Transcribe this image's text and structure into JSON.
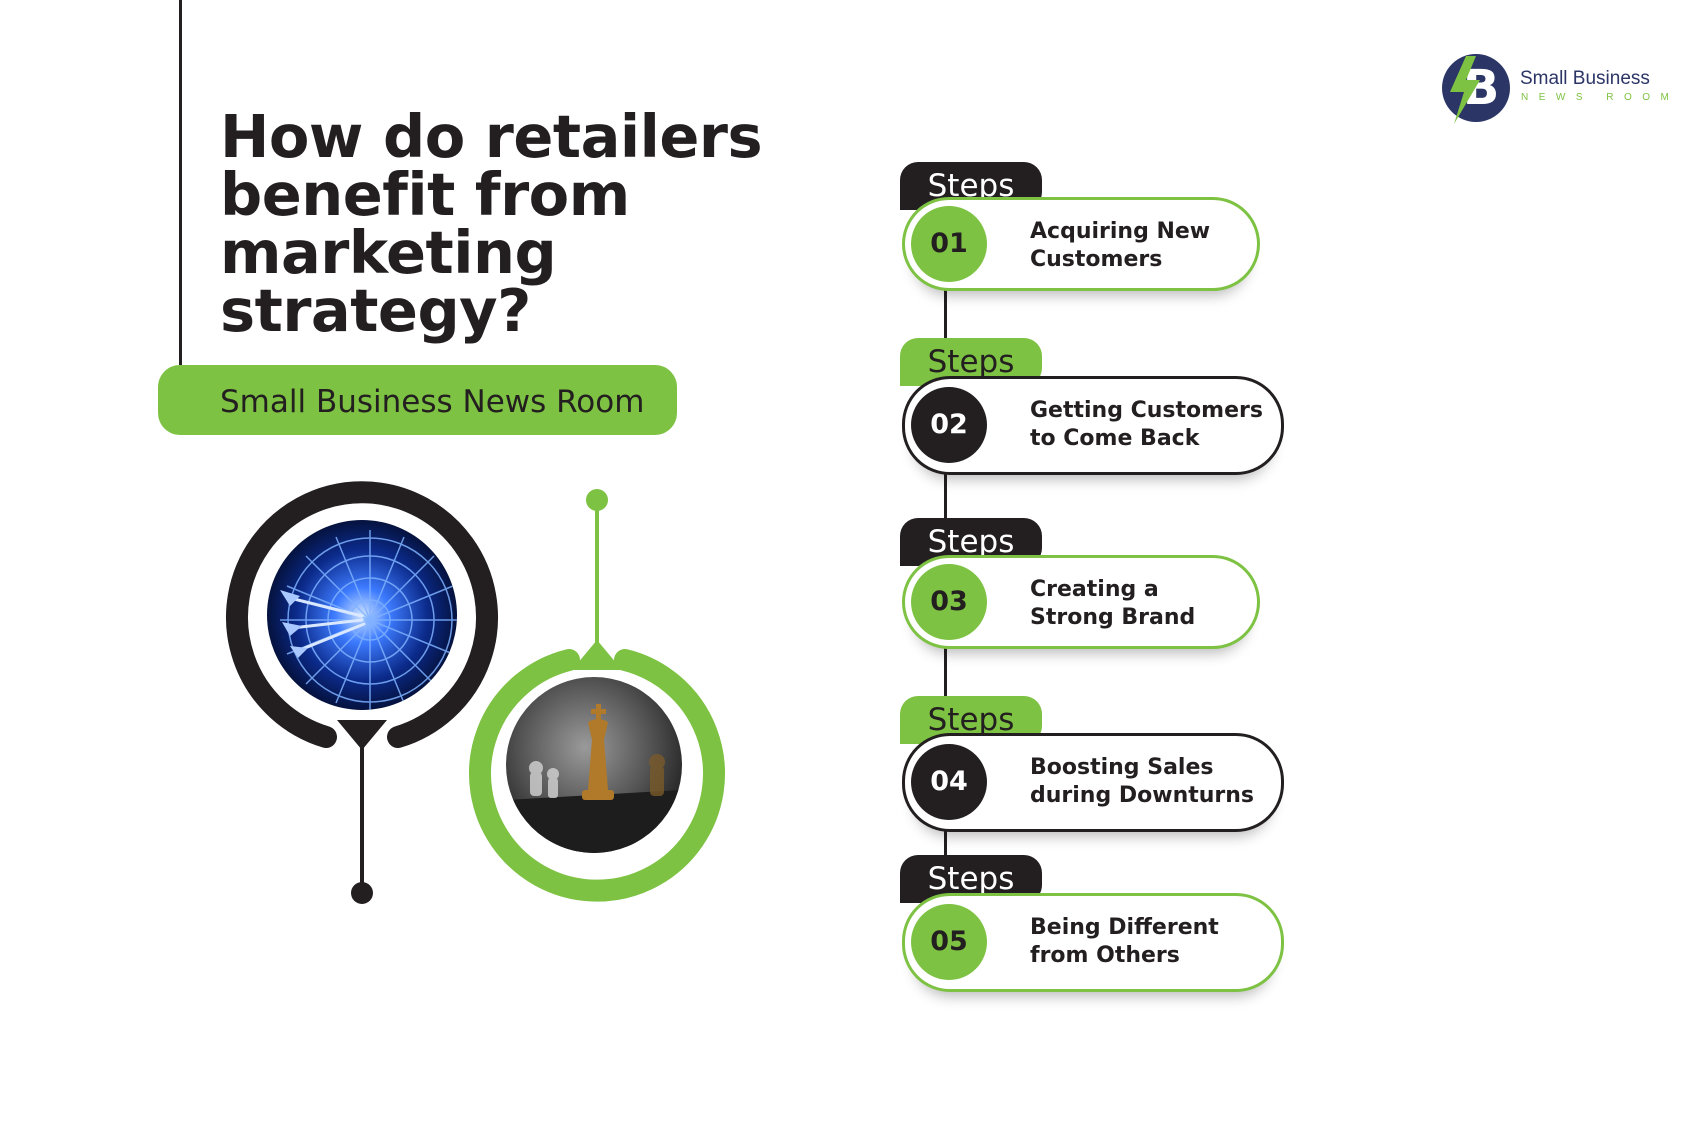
{
  "title": {
    "lines": [
      "How do retailers",
      "benefit from",
      "marketing",
      "strategy?"
    ]
  },
  "banner": {
    "text": "Small Business News Room"
  },
  "logo": {
    "name": "Small Business",
    "tagline": "NEWS ROOM",
    "mark": "B"
  },
  "steps": [
    {
      "tab": "Steps",
      "number": "01",
      "lines": [
        "Acquiring New",
        "Customers"
      ]
    },
    {
      "tab": "Steps",
      "number": "02",
      "lines": [
        "Getting Customers",
        "to Come Back"
      ]
    },
    {
      "tab": "Steps",
      "number": "03",
      "lines": [
        "Creating a",
        "Strong Brand"
      ]
    },
    {
      "tab": "Steps",
      "number": "04",
      "lines": [
        "Boosting Sales",
        "during Downturns"
      ]
    },
    {
      "tab": "Steps",
      "number": "05",
      "lines": [
        "Being Different",
        "from Others"
      ]
    }
  ],
  "images": {
    "left": "dartboard-photo",
    "right": "chess-king-photo"
  },
  "colors": {
    "accent": "#7dc242",
    "dark": "#231f20",
    "logo_navy": "#2b3566"
  }
}
